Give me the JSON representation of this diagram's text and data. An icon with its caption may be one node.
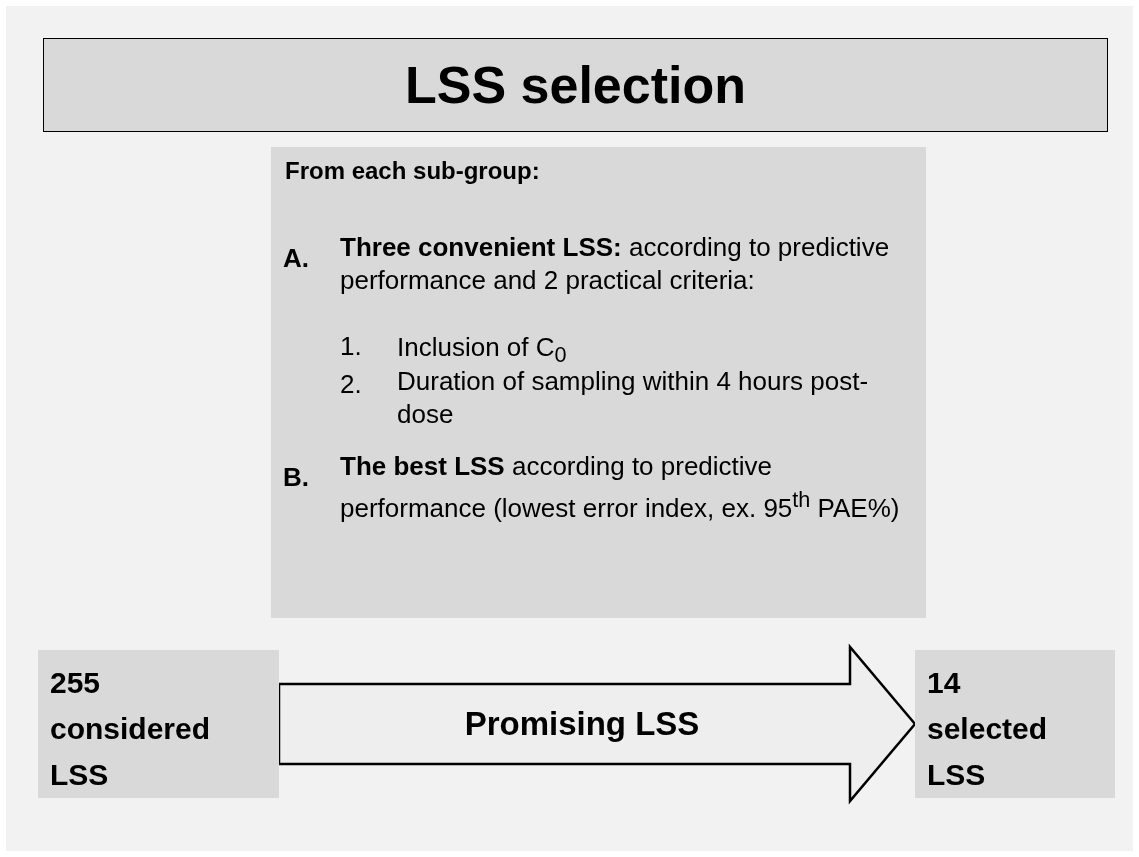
{
  "diagram": {
    "title": "LSS selection",
    "nodes": [
      {
        "text": [
          "From each sub-group:",
          "A.",
          "**Three convenient LSS:** according to predictive performance and 2 practical criteria:",
          "1.",
          "Inclusion of C$_{0}$",
          "2.",
          "Duration of sampling within 4 hours post-dose",
          "B.",
          "**The best LSS** according to predictive performance (lowest error index, ex. 95$^{th}$ PAE%)"
        ]
      },
      {
        "text": [
          "255 considered LSS"
        ]
      },
      {
        "text": [
          "14 selected LSS"
        ]
      }
    ],
    "edges": [
      {
        "from": 1,
        "to": 2,
        "arrow": "to",
        "label": "Promising LSS",
        "style": "thick"
      }
    ]
  }
}
